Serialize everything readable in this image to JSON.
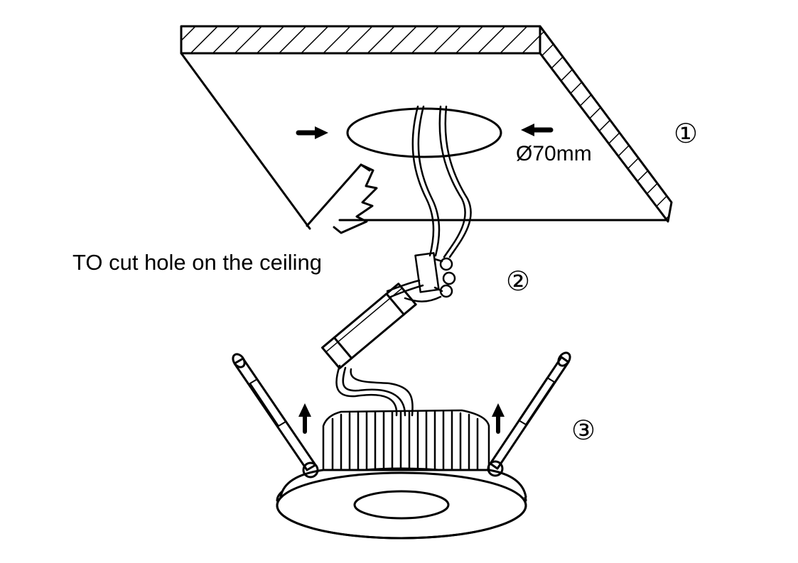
{
  "labels": {
    "hole_diameter": "Ø70mm",
    "instruction": "TO cut hole on the ceiling",
    "step1": "①",
    "step2": "②",
    "step3": "③"
  },
  "colors": {
    "line": "#000000",
    "background": "#ffffff"
  }
}
